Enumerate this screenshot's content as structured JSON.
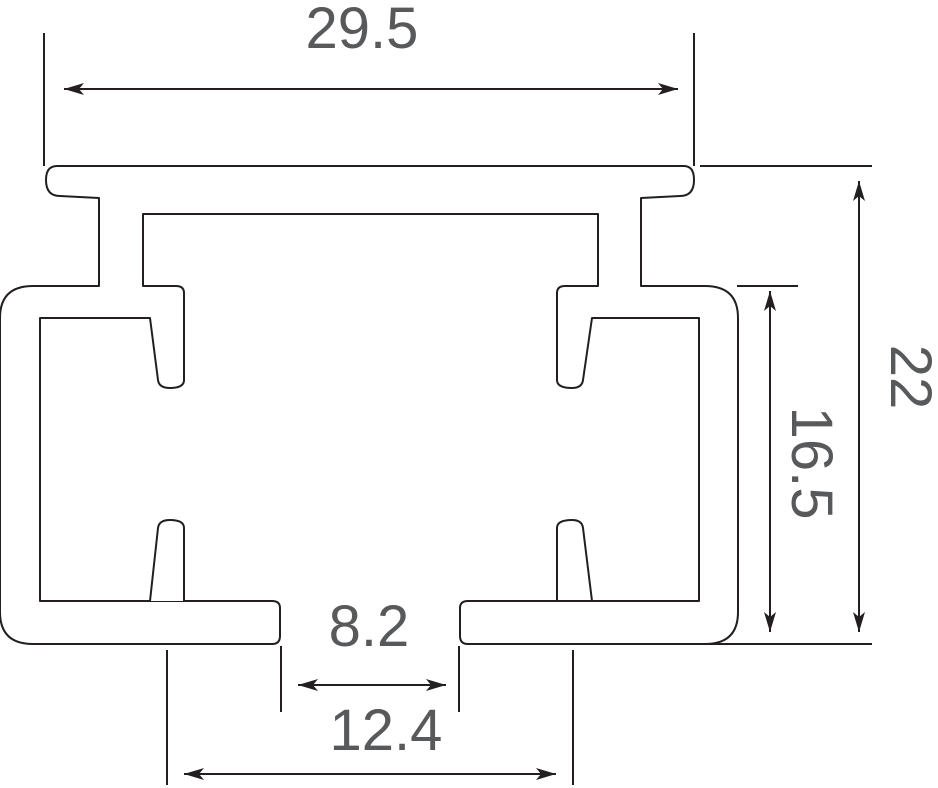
{
  "colors": {
    "outline": "#231f20",
    "dimension_text": "#58595b",
    "background": "#ffffff"
  },
  "dimensions": {
    "overall_width": "29.5",
    "overall_height": "22",
    "inner_height": "16.5",
    "slot_opening": "8.2",
    "slot_span": "12.4"
  }
}
